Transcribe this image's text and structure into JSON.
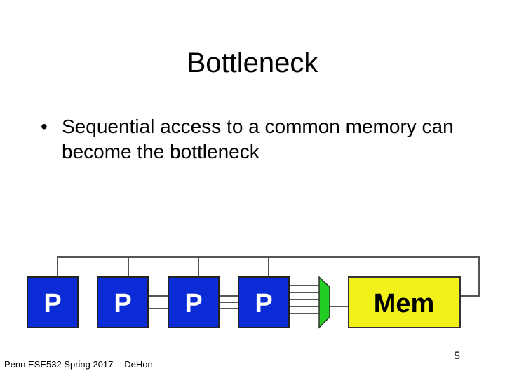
{
  "slide": {
    "title": "Bottleneck",
    "bullet": "Sequential access to a common memory can become the bottleneck",
    "bullet_marker": "•",
    "footer": "Penn ESE532 Spring 2017 -- DeHon",
    "page_number": "5"
  },
  "diagram": {
    "processor_label": "P",
    "processor_count": 4,
    "memory_label": "Mem",
    "colors": {
      "processor_fill": "#0a2bd6",
      "memory_fill": "#f2f21a",
      "mux_fill": "#22cc22",
      "line": "#555555",
      "label_on_processor": "#ffffff",
      "label_on_memory": "#000000"
    }
  }
}
